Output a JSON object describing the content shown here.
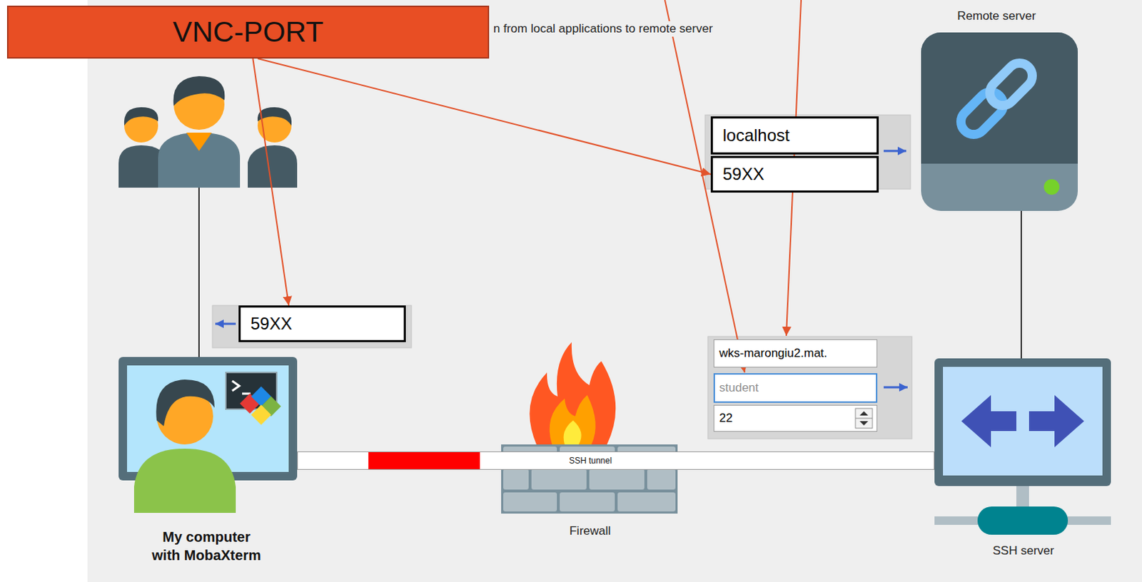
{
  "diagram": {
    "nodes": [
      {
        "text": [
          "VNC-PORT"
        ]
      },
      {
        "text": [
          "59XX"
        ]
      },
      {
        "text": [
          "localhost"
        ]
      },
      {
        "text": [
          "59XX"
        ]
      },
      {
        "text": [
          "wks-marongiu2.mat."
        ]
      },
      {
        "text": [
          "student"
        ]
      },
      {
        "text": [
          "22"
        ]
      },
      {
        "text": [
          "SSH tunnel"
        ]
      }
    ],
    "edges": [
      {
        "from": 0,
        "to": 1,
        "arrow": "to"
      },
      {
        "from": 0,
        "to": 3,
        "arrow": "to"
      }
    ],
    "labels": [
      "n from local applications to remote server",
      "Remote server",
      "Firewall",
      "My computer with MobaXterm",
      "SSH server"
    ]
  }
}
